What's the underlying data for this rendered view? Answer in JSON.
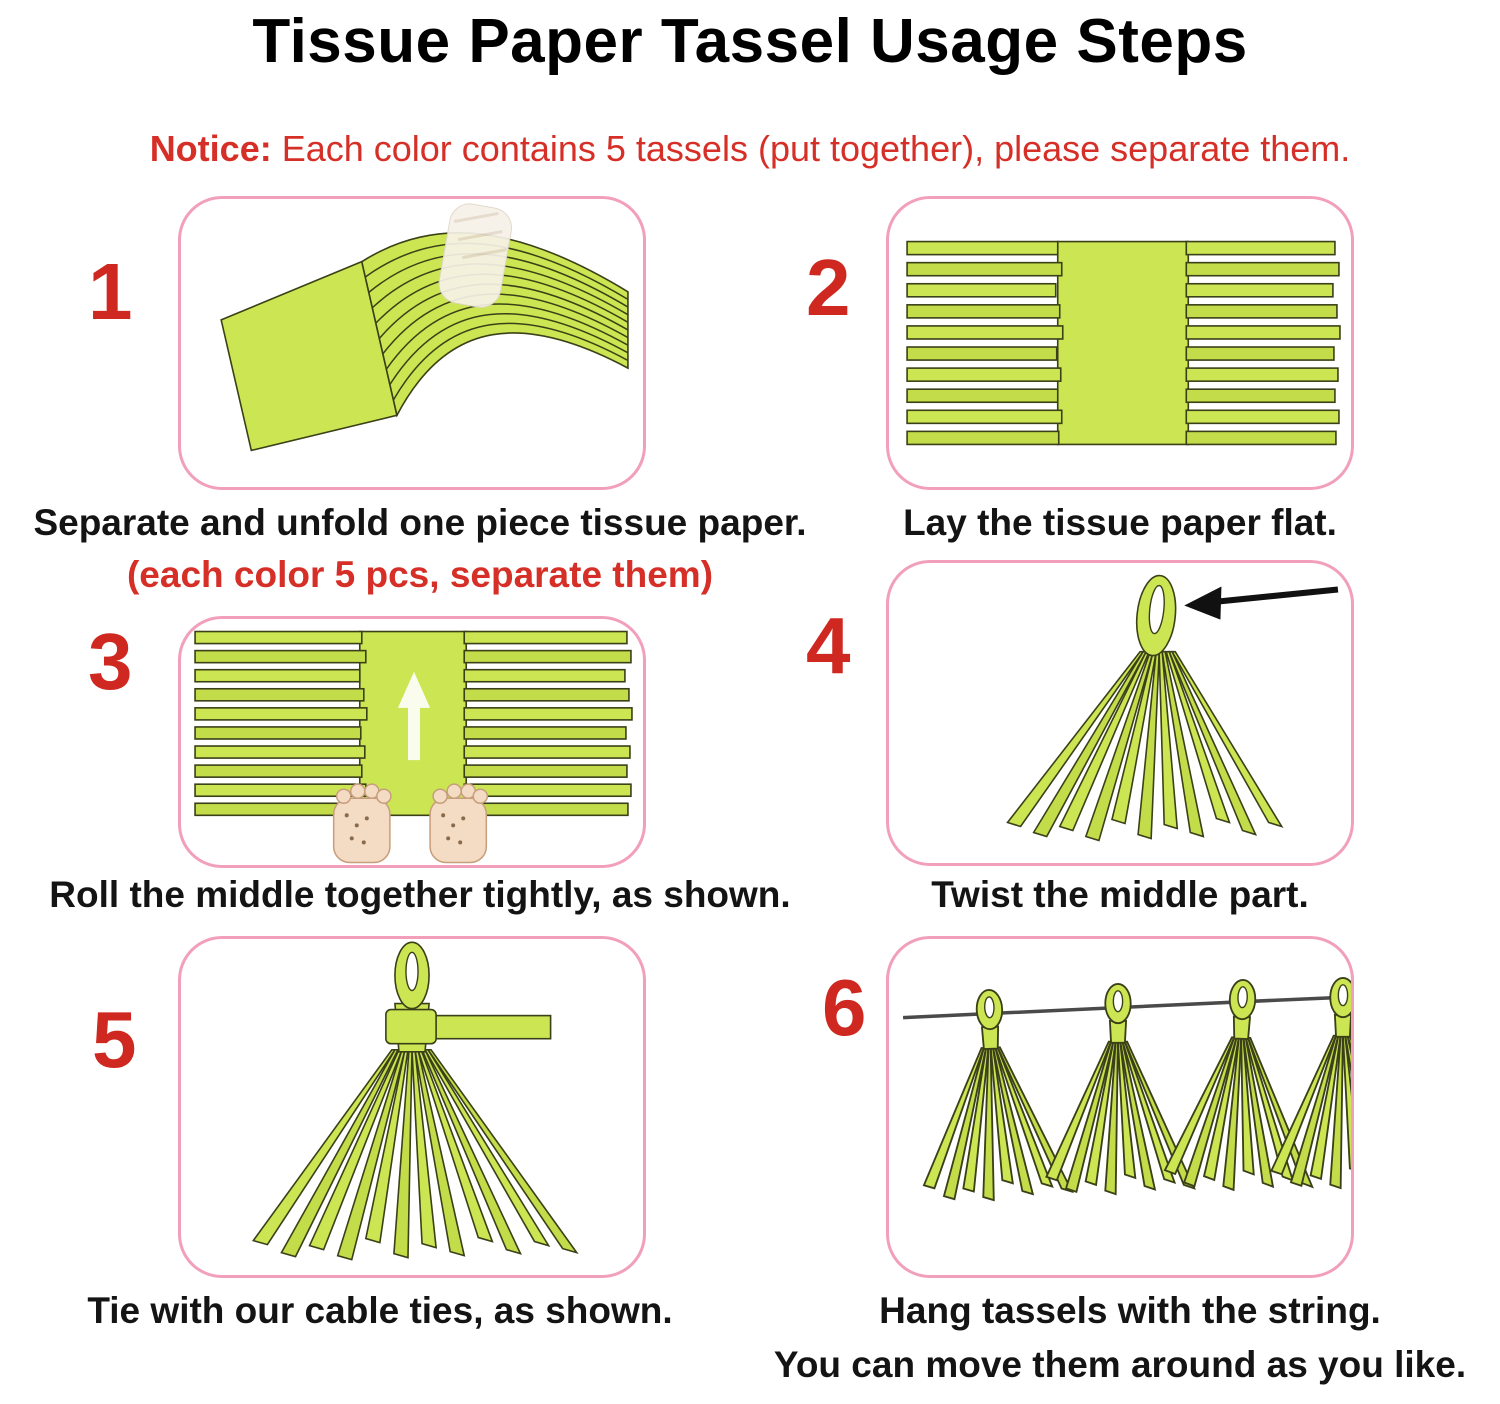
{
  "title": "Tissue Paper Tassel Usage Steps",
  "notice": {
    "label": "Notice:",
    "text": " Each color contains 5 tassels (put together), please separate them."
  },
  "steps": [
    {
      "num": "1",
      "caption": "Separate and unfold one piece tissue paper.",
      "subcaption": "(each color 5 pcs, separate them)"
    },
    {
      "num": "2",
      "caption": "Lay the tissue paper flat."
    },
    {
      "num": "3",
      "caption": "Roll the middle together tightly, as shown."
    },
    {
      "num": "4",
      "caption": "Twist the middle part."
    },
    {
      "num": "5",
      "caption": "Tie with our cable ties, as shown."
    },
    {
      "num": "6",
      "caption": "Hang tassels with the string.",
      "subcaption": "You can move them around as you like."
    }
  ],
  "colors": {
    "accent_red": "#d62f27",
    "pink_border": "#f29fbc",
    "tassel_green": "#cbe652"
  }
}
